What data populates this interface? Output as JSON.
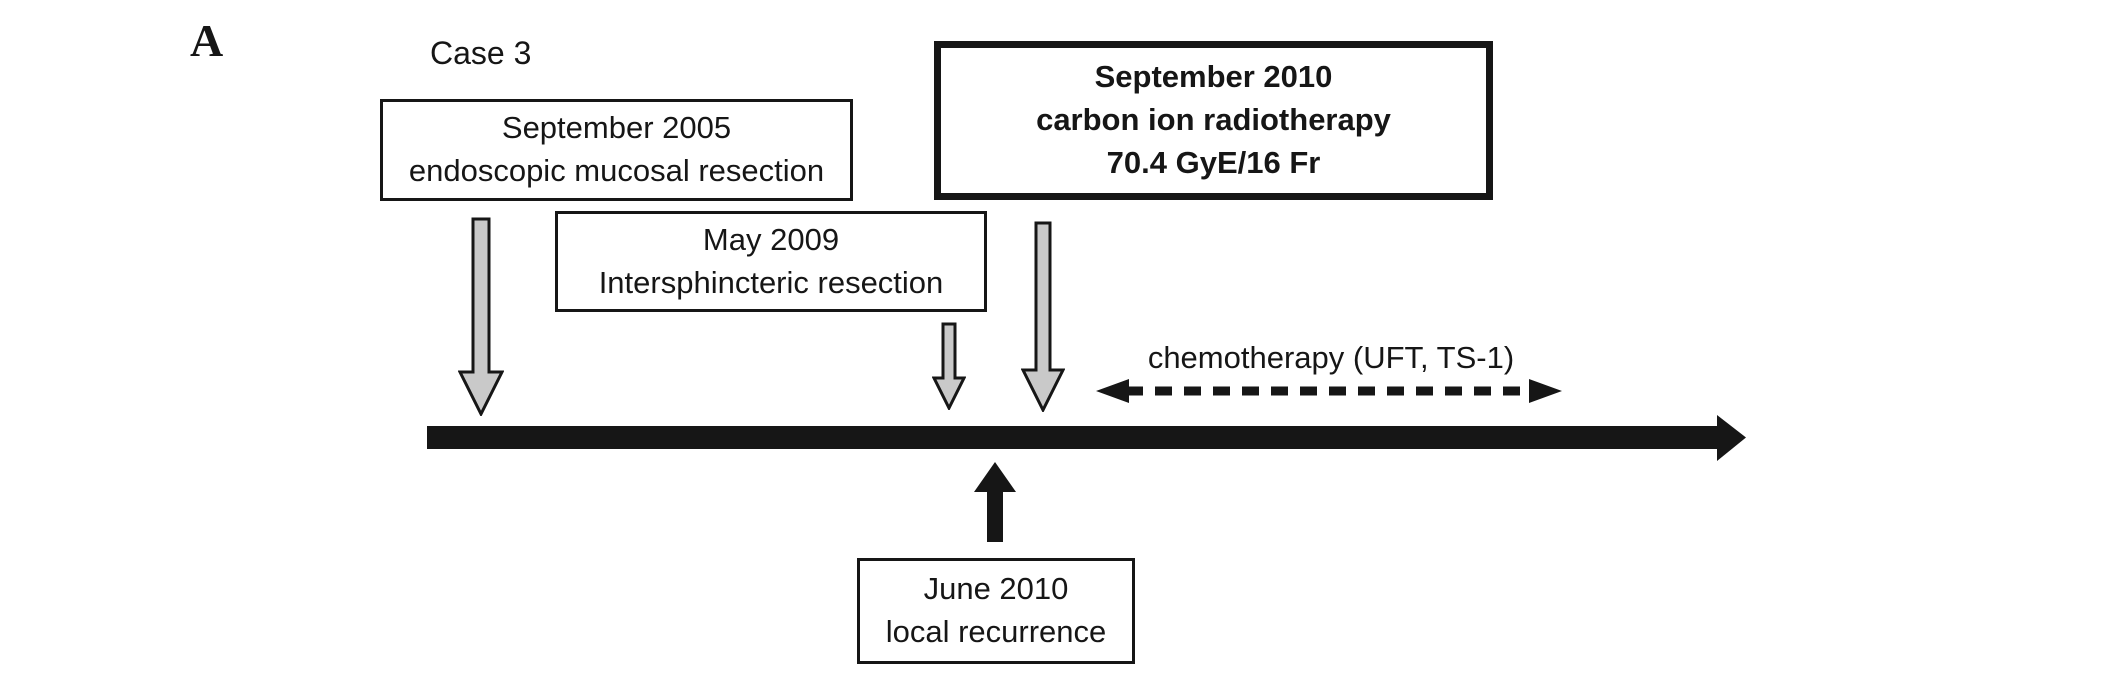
{
  "figure": {
    "panel_label": "A",
    "case_label": "Case 3"
  },
  "colors": {
    "ink": "#161616",
    "arrow_fill": "#c9c9c9",
    "background": "#ffffff"
  },
  "events": {
    "emr": {
      "lines": [
        "September 2005",
        "endoscopic mucosal resection"
      ]
    },
    "isr": {
      "lines": [
        "May 2009",
        "Intersphincteric resection"
      ]
    },
    "cirt": {
      "lines": [
        "September 2010",
        "carbon ion radiotherapy",
        "70.4 GyE/16 Fr"
      ]
    },
    "recurrence": {
      "lines": [
        "June 2010",
        "local recurrence"
      ]
    },
    "chemo": {
      "label": "chemotherapy (UFT, TS-1)"
    }
  },
  "icons": {
    "down_arrow_emr": "gray-down-arrow",
    "down_arrow_isr": "gray-down-arrow",
    "down_arrow_cirt": "gray-down-arrow",
    "chemo_arrow": "dashed-double-headed-arrow",
    "timeline_arrow": "black-right-arrow-axis",
    "recurrence_arrow": "black-up-arrow"
  }
}
